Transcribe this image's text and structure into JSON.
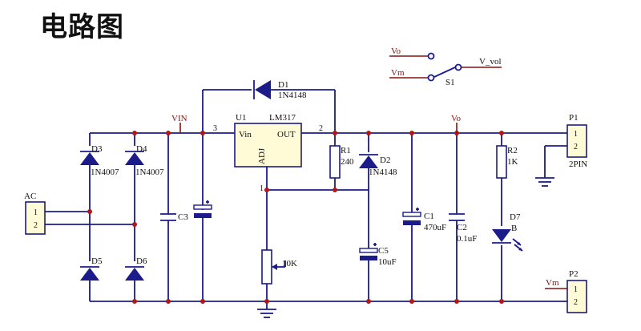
{
  "title": "电路图",
  "components": {
    "D1": {
      "ref": "D1",
      "value": "1N4148"
    },
    "D2": {
      "ref": "D2",
      "value": "1N4148"
    },
    "D3": {
      "ref": "D3",
      "value": "1N4007"
    },
    "D4": {
      "ref": "D4",
      "value": "1N4007"
    },
    "D5": {
      "ref": "D5"
    },
    "D6": {
      "ref": "D6"
    },
    "D7": {
      "ref": "D7",
      "value": "B"
    },
    "U1": {
      "ref": "U1",
      "value": "LM317",
      "pin_vin": "Vin",
      "pin_out": "OUT",
      "pin_adj": "ADJ",
      "pin3": "3",
      "pin2": "2",
      "pin1": "1"
    },
    "R1": {
      "ref": "R1",
      "value": "240"
    },
    "R2": {
      "ref": "R2",
      "value": "1K"
    },
    "RV": {
      "value": "10K"
    },
    "C1": {
      "ref": "C1",
      "value": "470uF"
    },
    "C2": {
      "ref": "C2",
      "value": "0.1uF"
    },
    "C3": {
      "ref": "C3"
    },
    "C5": {
      "ref": "C5",
      "value": "10uF"
    },
    "S1": {
      "ref": "S1"
    },
    "P1": {
      "ref": "P1",
      "value": "2PIN",
      "pin1": "1",
      "pin2": "2"
    },
    "P2": {
      "ref": "P2",
      "pin1": "1",
      "pin2": "2"
    },
    "AC": {
      "ref": "AC",
      "pin1": "1",
      "pin2": "2"
    }
  },
  "nets": {
    "vin": "VIN",
    "vo": "Vo",
    "vm": "Vm",
    "v_vol": "V_vol"
  }
}
